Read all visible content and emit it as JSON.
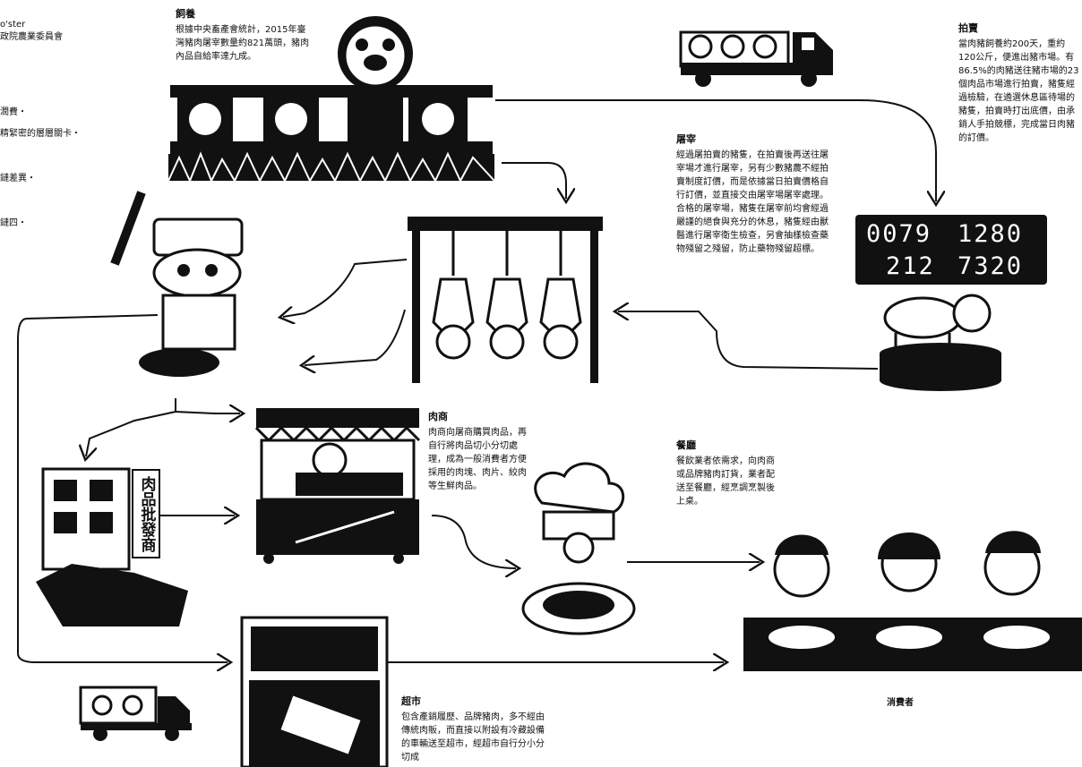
{
  "left_fragments": {
    "line1": "o'ster",
    "line2": "政院農業委員會",
    "line3": "潤費・",
    "line4": "精緊密的層層關卡・",
    "line5": "鏈差異・",
    "line6": "鏈四・"
  },
  "farm": {
    "title": "飼養",
    "body": "根據中央畜產會統計，2015年臺灣豬肉屠宰數量約821萬頭，豬肉內品自給率達九成。"
  },
  "auction": {
    "title": "拍賣",
    "body": "當肉豬飼養約200天，重約120公斤，便進出豬市場。有86.5%的肉豬送往豬市場的23個肉品市場進行拍賣，豬隻經過檢驗，在遴選休息區待場的豬隻，拍賣時打出底價，由承銷人手拍競標，完成當日肉豬的訂價。"
  },
  "slaughter": {
    "title": "屠宰",
    "body": "經過屠拍賣的豬隻，在拍賣後再送往屠宰場才進行屠宰，另有少數豬農不經拍賣制度訂價，而是依據當日拍賣價格自行訂價，並直接交由屠宰場屠宰處理。合格的屠宰場，豬隻在屠宰前均會經過嚴謹的絕食與充分的休息，豬隻經由獸醫進行屠宰衛生檢查，另會抽樣檢查藥物殘留之殘留，防止藥物殘留超標。"
  },
  "butcher": {
    "title": "肉商",
    "body": "肉商向屠商購買肉品，再自行將肉品切小分切處理，成為一般消費者方便採用的肉塊、肉片、絞肉等生鮮肉品。"
  },
  "restaurant": {
    "title": "餐廳",
    "body": "餐飲業者依需求，向肉商或品牌豬肉訂貨，業者配送至餐廳，經烹調烹製後上桌。"
  },
  "supermarket": {
    "title": "超市",
    "body": "包含產銷履歷、品牌豬肉，多不經由傳統肉販，而直接以附設有冷藏設備的車輛送至超市，經超市自行分小分切成"
  },
  "wholesaler": {
    "label": "肉品批發商"
  },
  "consumer": {
    "label": "消費者"
  },
  "auction_board": {
    "row1_left": "0079",
    "row1_right": "1280",
    "row2_left": "212",
    "row2_right": "7320"
  }
}
